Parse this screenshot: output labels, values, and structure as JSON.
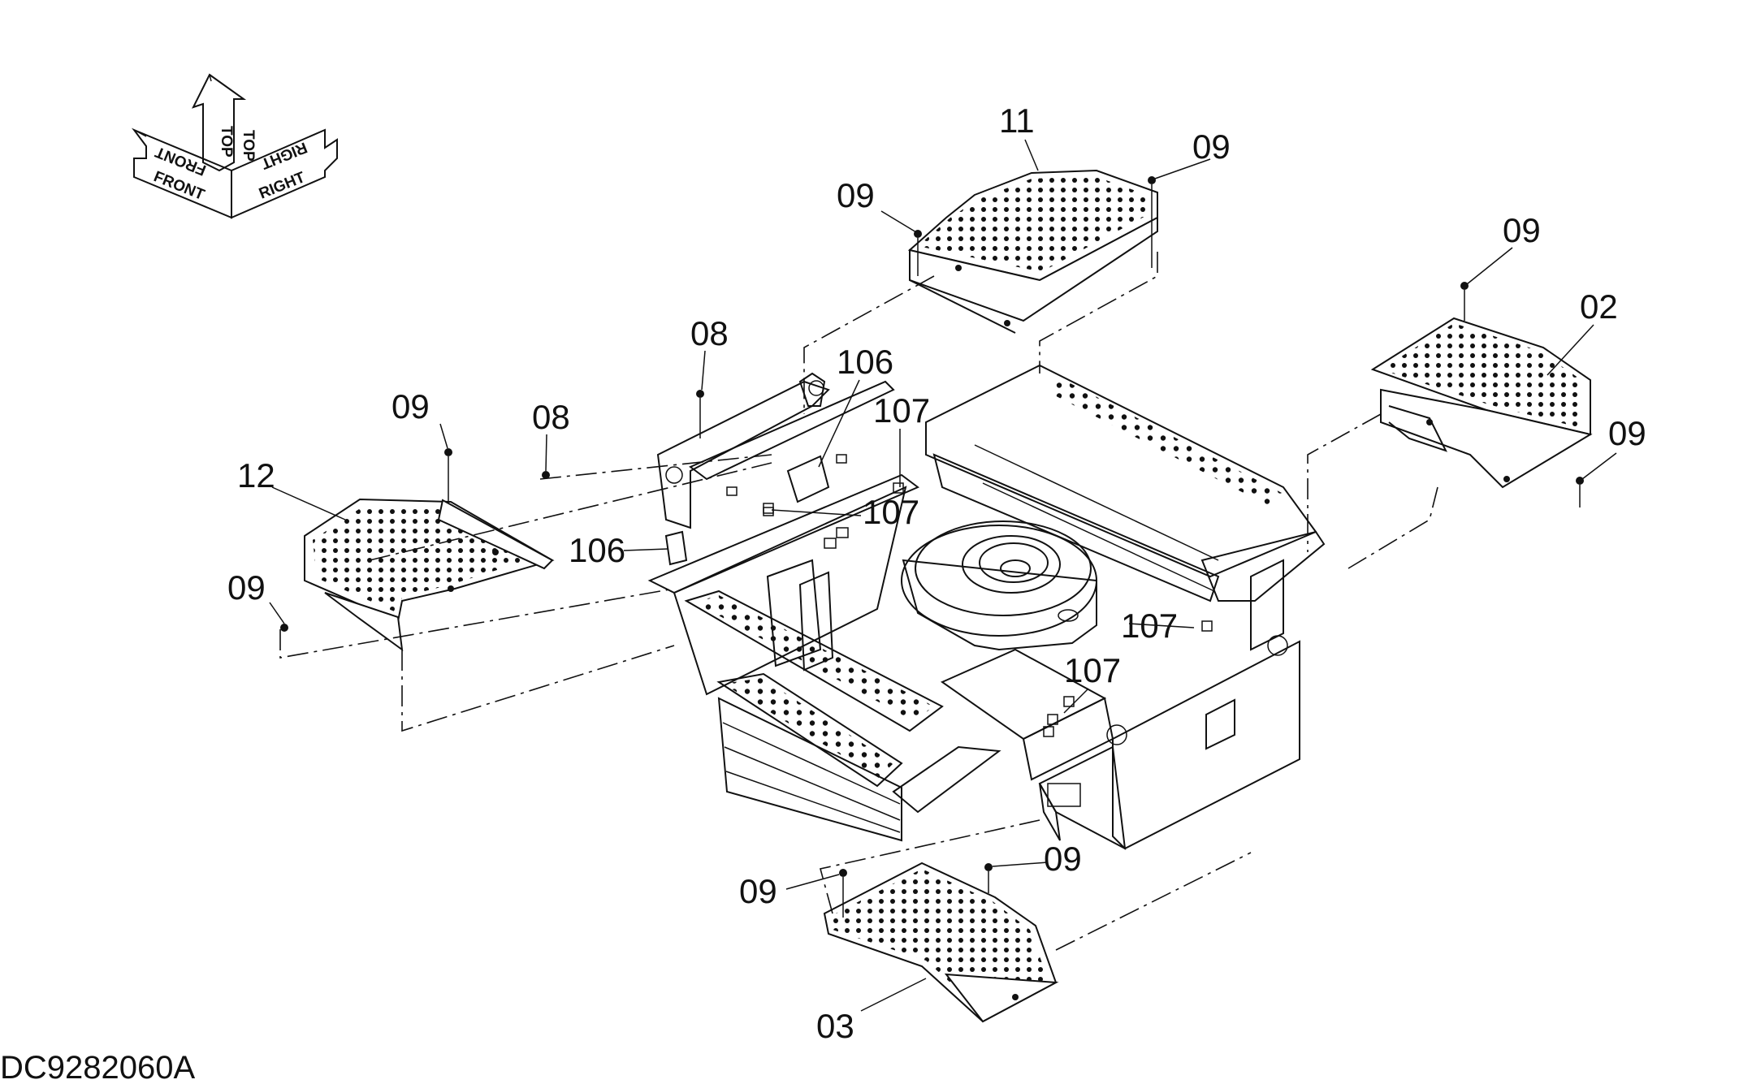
{
  "drawing_code": "DC9282060A",
  "orientation": {
    "front": "FRONT",
    "top": "TOP",
    "right": "RIGHT"
  },
  "callouts": {
    "c11": "11",
    "c09_top_right": "09",
    "c09_top_left": "09",
    "c09_right_upper": "09",
    "c02": "02",
    "c09_right_lower": "09",
    "c08_center": "08",
    "c106_upper": "106",
    "c107_upper": "107",
    "c09_left_upper": "09",
    "c08_left": "08",
    "c12": "12",
    "c107_mid": "107",
    "c106_lower": "106",
    "c09_left_lower": "09",
    "c107_right": "107",
    "c107_lower": "107",
    "c09_bottom_left": "09",
    "c09_bottom_right": "09",
    "c03": "03"
  }
}
